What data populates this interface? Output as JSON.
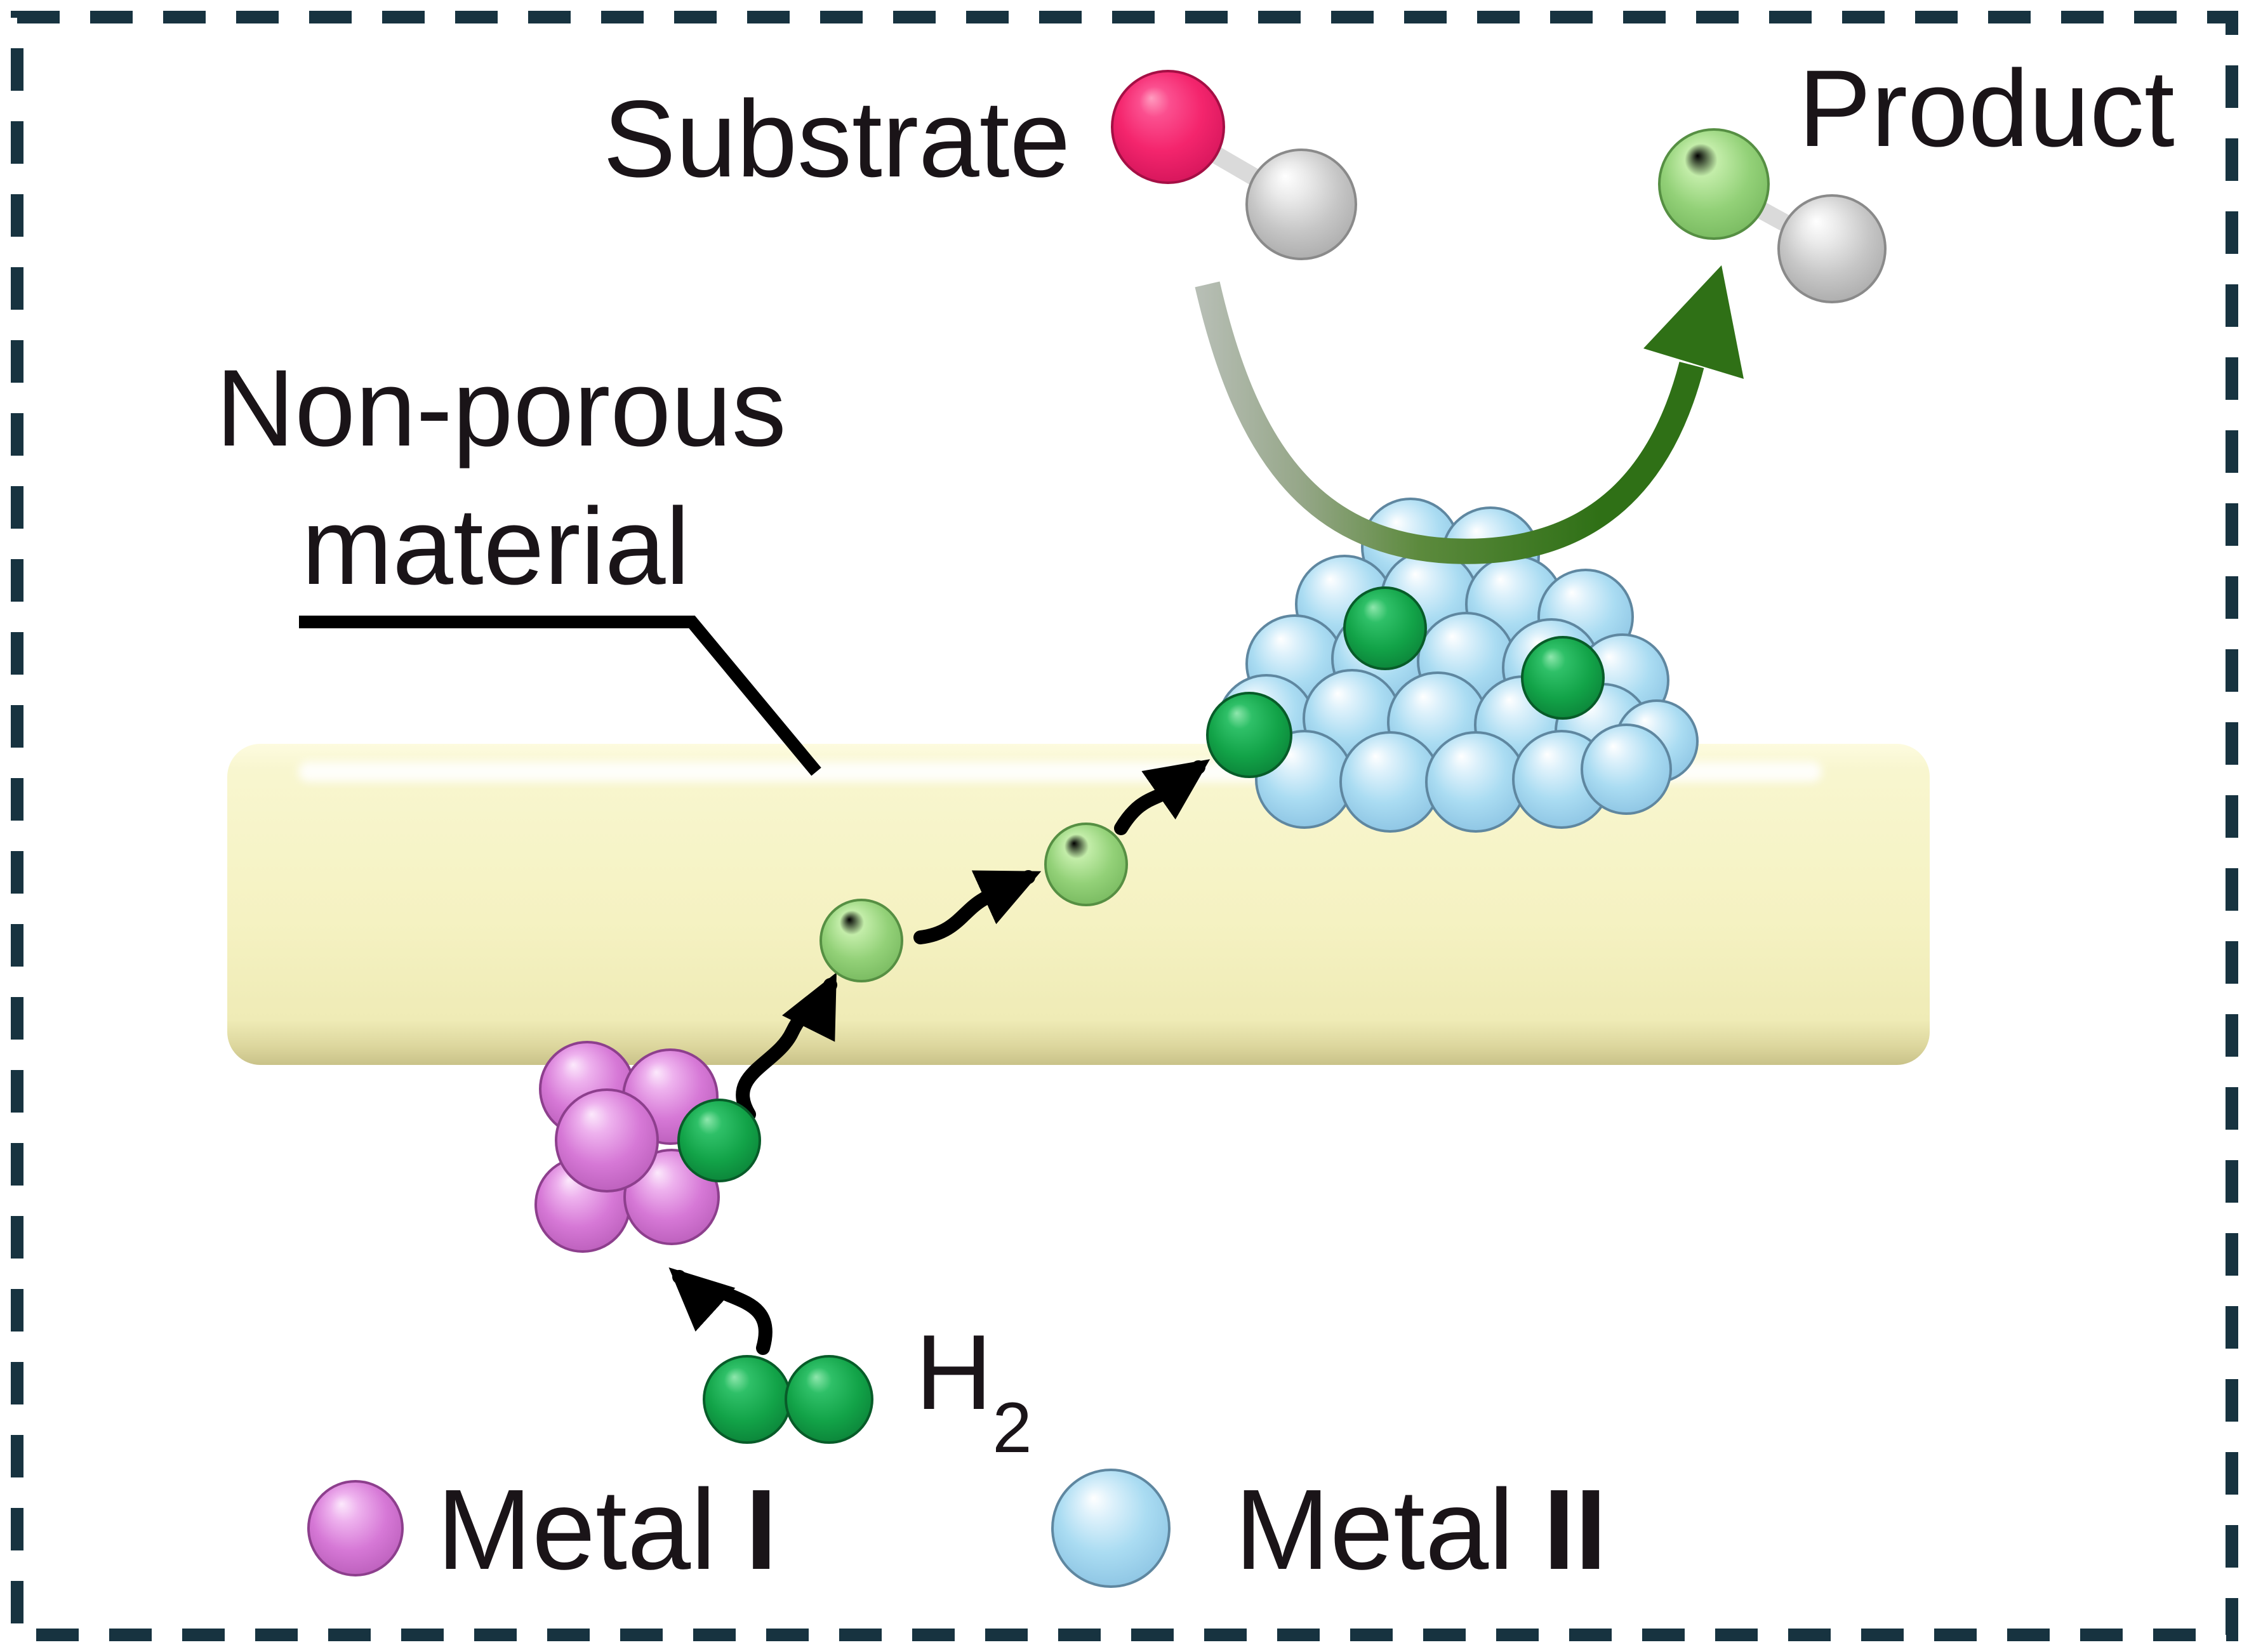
{
  "figure": {
    "labels": {
      "substrate": "Substrate",
      "product": "Product",
      "support_line1": "Non-porous",
      "support_line2": "material",
      "h2_symbol": "H",
      "h2_subscript": "2"
    },
    "legend": {
      "metal1": {
        "name": "Metal",
        "numeral": "I"
      },
      "metal2": {
        "name": "Metal",
        "numeral": "II"
      }
    },
    "colors": {
      "metal1_pink": "#d678d6",
      "metal2_blue": "#aadcf2",
      "hydrogen_green": "#12a348",
      "spillover_hydrogen_light_green": "#93d178",
      "substrate_head_crimson": "#f4256d",
      "product_head_light_green": "#90d474",
      "bonded_atom_gray": "#c6c6c6",
      "support_slab_yellow": "#f5f2c2",
      "dashed_border_dark_teal": "#173340",
      "hop_arrow_black": "#000000",
      "reaction_arrow_gray": "#b7beb5",
      "reaction_arrow_green": "#2f7016"
    }
  }
}
